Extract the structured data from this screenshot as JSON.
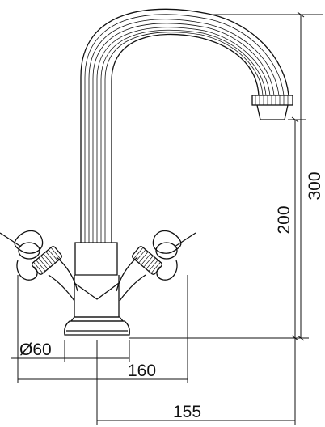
{
  "dimensions": {
    "height_total": "300",
    "height_spout": "200",
    "base_diameter": "Ø60",
    "handle_span": "160",
    "spout_reach": "155"
  },
  "colors": {
    "line": "#111111",
    "background": "#ffffff"
  }
}
